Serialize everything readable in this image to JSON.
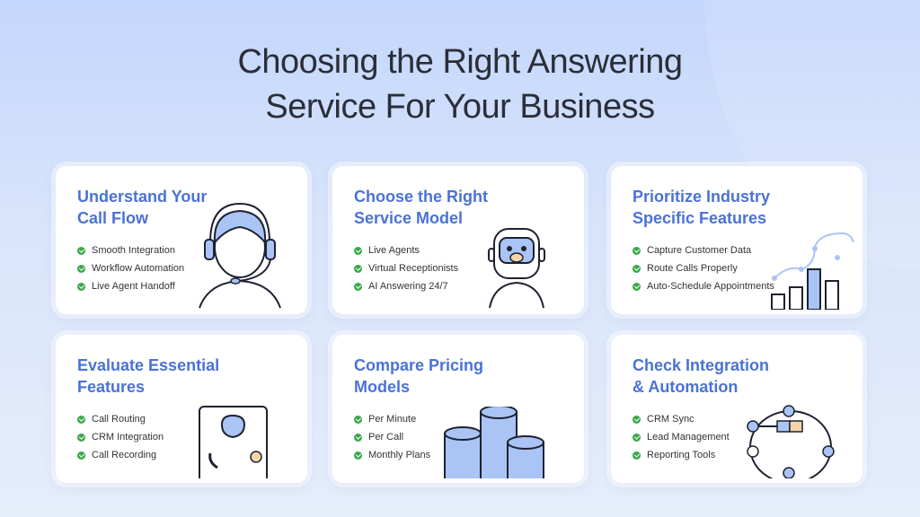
{
  "title_line1": "Choosing the Right Answering",
  "title_line2": "Service For Your Business",
  "cards": [
    {
      "title": "Understand Your Call Flow",
      "items": [
        "Smooth Integration",
        "Workflow Automation",
        "Live Agent Handoff"
      ],
      "icon": "headset-agent-icon"
    },
    {
      "title": "Choose the Right Service Model",
      "items": [
        "Live Agents",
        "Virtual Receptionists",
        "AI Answering 24/7"
      ],
      "icon": "robot-icon"
    },
    {
      "title": "Prioritize Industry Specific Features",
      "items": [
        "Capture Customer Data",
        "Route Calls Properly",
        "Auto-Schedule Appointments"
      ],
      "icon": "bar-chart-icon"
    },
    {
      "title": "Evaluate Essential Features",
      "items": [
        "Call Routing",
        "CRM Integration",
        "Call Recording"
      ],
      "icon": "phone-contact-icon"
    },
    {
      "title": "Compare Pricing Models",
      "items": [
        "Per Minute",
        "Per Call",
        "Monthly Plans"
      ],
      "icon": "coin-stacks-icon"
    },
    {
      "title": "Check Integration & Automation",
      "items": [
        "CRM Sync",
        "Lead Management",
        "Reporting Tools"
      ],
      "icon": "integration-network-icon"
    }
  ],
  "colors": {
    "accent": "#4a72d6",
    "check": "#3aa84a",
    "title": "#2a2e38",
    "icon_fill": "#a9c4f5"
  }
}
